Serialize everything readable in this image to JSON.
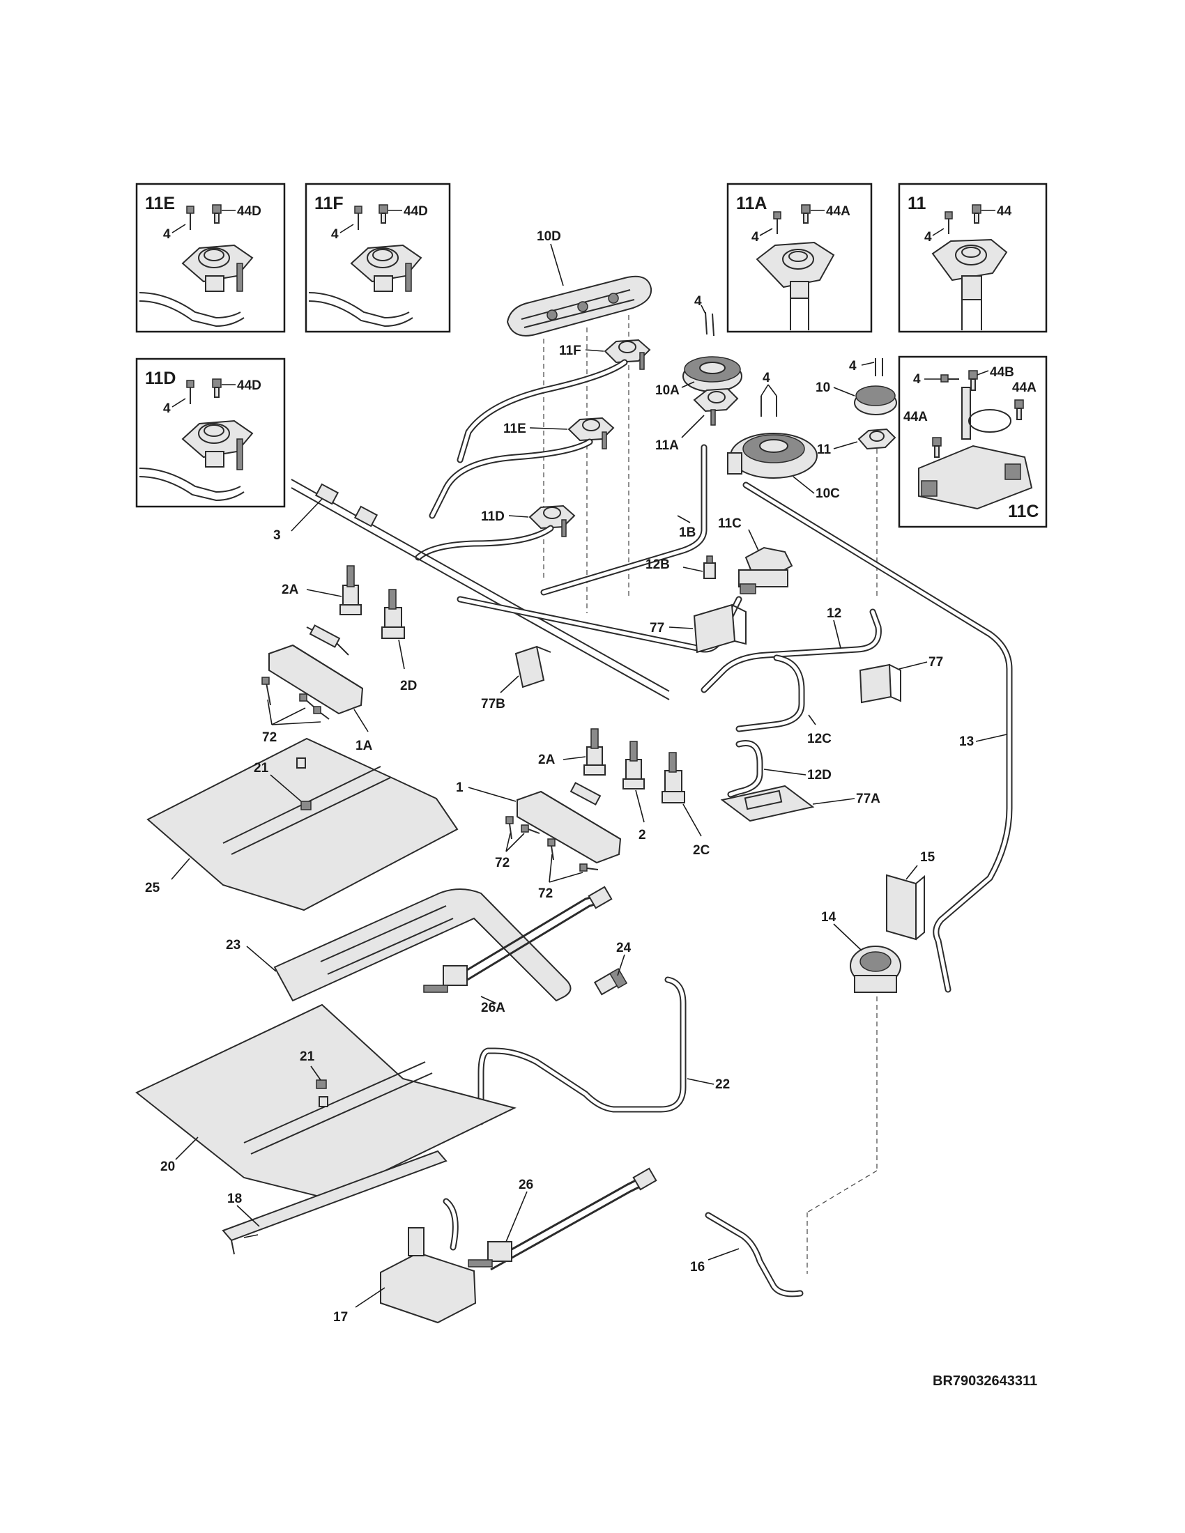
{
  "document_code": "BR79032643311",
  "insets": {
    "e": {
      "title": "11E",
      "screw": "4",
      "bolt": "44D"
    },
    "f": {
      "title": "11F",
      "screw": "4",
      "bolt": "44D"
    },
    "d": {
      "title": "11D",
      "screw": "4",
      "bolt": "44D"
    },
    "a": {
      "title": "11A",
      "screw": "4",
      "bolt": "44A"
    },
    "b": {
      "title": "11",
      "screw": "4",
      "bolt": "44"
    },
    "c": {
      "title": "11C",
      "screw": "4",
      "bolt_b": "44B",
      "bolt_a_right": "44A",
      "bolt_a_left": "44A"
    }
  },
  "callouts": {
    "p10D": "10D",
    "p4_top": "4",
    "p11F": "11F",
    "p10A": "10A",
    "p11E": "11E",
    "p11A": "11A",
    "p4_mid": "4",
    "p4_right": "4",
    "p10": "10",
    "p11": "11",
    "p10C": "10C",
    "p11D": "11D",
    "p1B": "1B",
    "p11C": "11C",
    "p3": "3",
    "p12B": "12B",
    "p2A_upper": "2A",
    "p77_left": "77",
    "p12": "12",
    "p77_right": "77",
    "p2D": "2D",
    "p77B": "77B",
    "p12C": "12C",
    "p72_upper": "72",
    "p1A": "1A",
    "p13": "13",
    "p2A_lower": "2A",
    "p12D": "12D",
    "p21_upper": "21",
    "p1": "1",
    "p77A": "77A",
    "p2": "2",
    "p2C": "2C",
    "p72_mid": "72",
    "p72_lower": "72",
    "p25": "25",
    "p15": "15",
    "p14": "14",
    "p23": "23",
    "p24": "24",
    "p26A": "26A",
    "p21_lower": "21",
    "p22": "22",
    "p20": "20",
    "p26": "26",
    "p18": "18",
    "p16": "16",
    "p17": "17"
  }
}
